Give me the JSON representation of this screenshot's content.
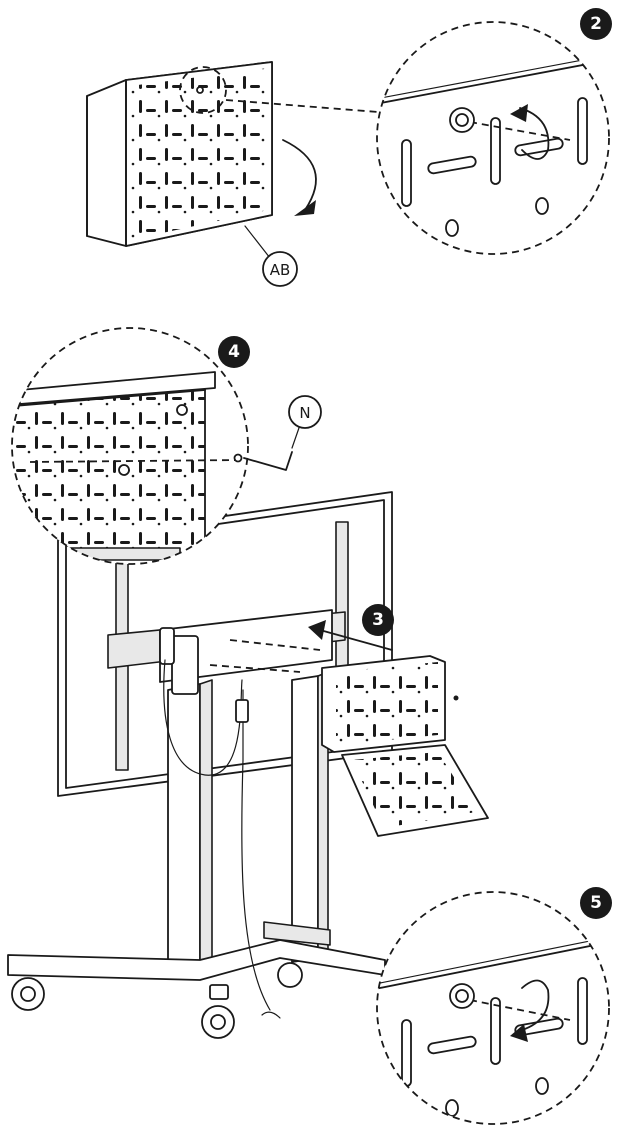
{
  "steps": {
    "step2": "2",
    "step3": "3",
    "step4": "4",
    "step5": "5"
  },
  "parts": {
    "part_ab": "AB",
    "part_n": "N"
  }
}
